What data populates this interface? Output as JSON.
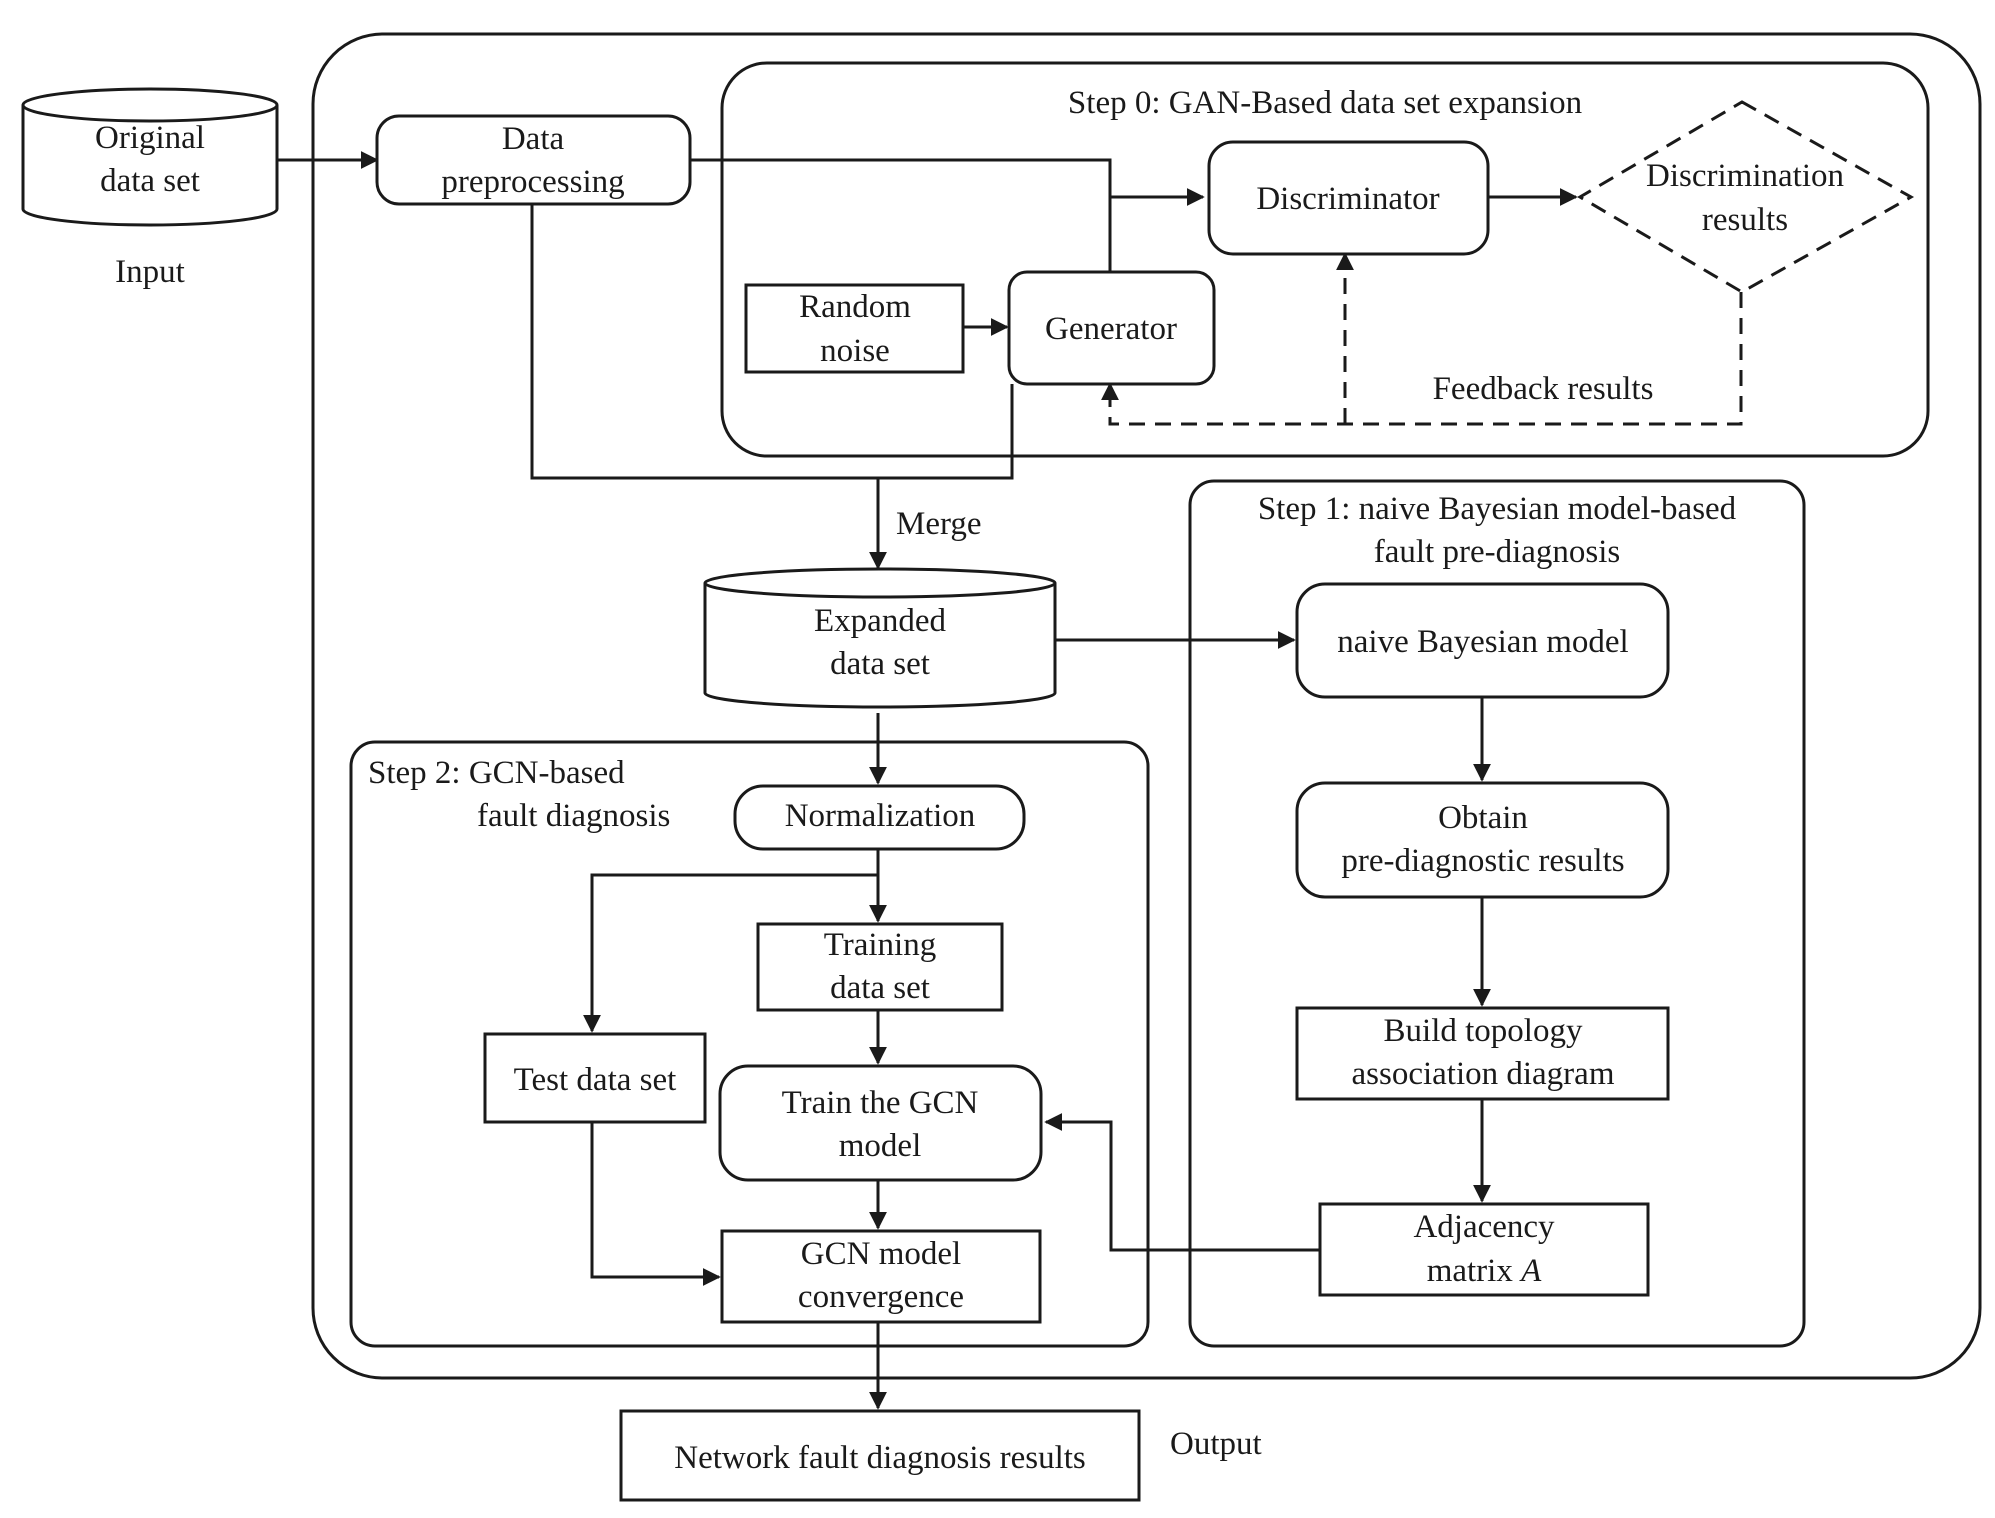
{
  "labels": {
    "input": "Input",
    "output": "Output",
    "merge": "Merge",
    "feedback": "Feedback results"
  },
  "groups": {
    "step0": "Step 0: GAN-Based data set expansion",
    "step1_line1": "Step 1: naive Bayesian model-based",
    "step1_line2": "fault pre-diagnosis",
    "step2_line1": "Step 2: GCN-based",
    "step2_line2": "fault diagnosis"
  },
  "nodes": {
    "original_line1": "Original",
    "original_line2": "data set",
    "preprocessing_line1": "Data",
    "preprocessing_line2": "preprocessing",
    "random_line1": "Random",
    "random_line2": "noise",
    "generator": "Generator",
    "discriminator": "Discriminator",
    "discrimination_line1": "Discrimination",
    "discrimination_line2": "results",
    "expanded_line1": "Expanded",
    "expanded_line2": "data set",
    "naive_bayes": "naive Bayesian model",
    "obtain_line1": "Obtain",
    "obtain_line2": "pre-diagnostic results",
    "build_line1": "Build topology",
    "build_line2": "association diagram",
    "adjacency_line1": "Adjacency",
    "adjacency_line2_prefix": "matrix ",
    "adjacency_line2_symbol": "A",
    "normalization": "Normalization",
    "training_line1": "Training",
    "training_line2": "data set",
    "test": "Test data set",
    "train_gcn_line1": "Train the GCN",
    "train_gcn_line2": "model",
    "convergence_line1": "GCN model",
    "convergence_line2": "convergence",
    "network_results": "Network fault diagnosis results"
  }
}
